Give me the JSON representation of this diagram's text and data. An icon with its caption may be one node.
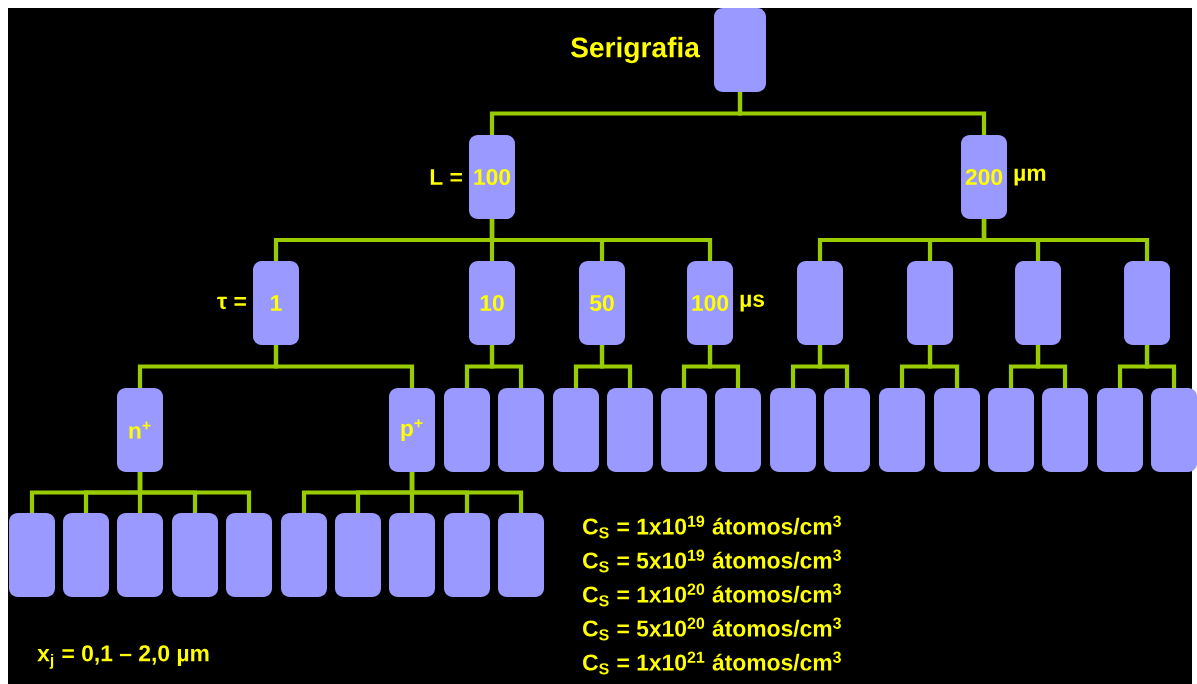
{
  "diagram": {
    "nodes": [
      {
        "text": [],
        "shape": "box",
        "beside": [
          "Serigrafia"
        ]
      },
      {
        "text": [
          "100"
        ],
        "beside": [
          "L ="
        ]
      },
      {
        "text": [
          "200"
        ],
        "beside": [
          "µm"
        ]
      },
      {
        "text": [
          "1"
        ],
        "beside": [
          "τ ="
        ]
      },
      {
        "text": [
          "10"
        ]
      },
      {
        "text": [
          "50"
        ]
      },
      {
        "text": [
          "100"
        ],
        "beside": [
          "µs"
        ]
      },
      {
        "text": [],
        "shape": "box"
      },
      {
        "text": [],
        "shape": "box"
      },
      {
        "text": [],
        "shape": "box"
      },
      {
        "text": [],
        "shape": "box"
      },
      {
        "text": [
          "n$^{+}$"
        ]
      },
      {
        "text": [
          "p$^{+}$"
        ]
      },
      {
        "text": [],
        "shape": "box"
      },
      {
        "text": [],
        "shape": "box"
      },
      {
        "text": [],
        "shape": "box"
      },
      {
        "text": [],
        "shape": "box"
      },
      {
        "text": [],
        "shape": "box"
      },
      {
        "text": [],
        "shape": "box"
      },
      {
        "text": [],
        "shape": "box"
      },
      {
        "text": [],
        "shape": "box"
      },
      {
        "text": [],
        "shape": "box"
      },
      {
        "text": [],
        "shape": "box"
      },
      {
        "text": [],
        "shape": "box"
      },
      {
        "text": [],
        "shape": "box"
      },
      {
        "text": [],
        "shape": "box"
      },
      {
        "text": [],
        "shape": "box"
      },
      {
        "text": [],
        "shape": "box"
      },
      {
        "text": [],
        "shape": "box"
      },
      {
        "text": [],
        "shape": "box"
      },
      {
        "text": [],
        "shape": "box"
      },
      {
        "text": [],
        "shape": "box"
      },
      {
        "text": [],
        "shape": "box"
      },
      {
        "text": [],
        "shape": "box"
      },
      {
        "text": [],
        "shape": "box"
      },
      {
        "text": [],
        "shape": "box"
      },
      {
        "text": [],
        "shape": "box"
      }
    ],
    "edges": [
      {
        "from": 0,
        "to": 1,
        "arrow": "none"
      },
      {
        "from": 0,
        "to": 2,
        "arrow": "none"
      },
      {
        "from": 1,
        "to": 3,
        "arrow": "none"
      },
      {
        "from": 1,
        "to": 4,
        "arrow": "none"
      },
      {
        "from": 1,
        "to": 5,
        "arrow": "none"
      },
      {
        "from": 1,
        "to": 6,
        "arrow": "none"
      },
      {
        "from": 2,
        "to": 7,
        "arrow": "none"
      },
      {
        "from": 2,
        "to": 8,
        "arrow": "none"
      },
      {
        "from": 2,
        "to": 9,
        "arrow": "none"
      },
      {
        "from": 2,
        "to": 10,
        "arrow": "none"
      },
      {
        "from": 3,
        "to": 11,
        "arrow": "none"
      },
      {
        "from": 3,
        "to": 12,
        "arrow": "none"
      },
      {
        "from": 4,
        "to": 13,
        "arrow": "none"
      },
      {
        "from": 4,
        "to": 14,
        "arrow": "none"
      },
      {
        "from": 5,
        "to": 15,
        "arrow": "none"
      },
      {
        "from": 5,
        "to": 16,
        "arrow": "none"
      },
      {
        "from": 6,
        "to": 17,
        "arrow": "none"
      },
      {
        "from": 6,
        "to": 18,
        "arrow": "none"
      },
      {
        "from": 7,
        "to": 19,
        "arrow": "none"
      },
      {
        "from": 7,
        "to": 20,
        "arrow": "none"
      },
      {
        "from": 8,
        "to": 21,
        "arrow": "none"
      },
      {
        "from": 8,
        "to": 22,
        "arrow": "none"
      },
      {
        "from": 9,
        "to": 23,
        "arrow": "none"
      },
      {
        "from": 9,
        "to": 24,
        "arrow": "none"
      },
      {
        "from": 10,
        "to": 25,
        "arrow": "none"
      },
      {
        "from": 10,
        "to": 26,
        "arrow": "none"
      },
      {
        "from": 11,
        "to": 27,
        "arrow": "none"
      },
      {
        "from": 11,
        "to": 28,
        "arrow": "none"
      },
      {
        "from": 11,
        "to": 29,
        "arrow": "none"
      },
      {
        "from": 11,
        "to": 30,
        "arrow": "none"
      },
      {
        "from": 11,
        "to": 31,
        "arrow": "none"
      },
      {
        "from": 12,
        "to": 32,
        "arrow": "none"
      },
      {
        "from": 12,
        "to": 33,
        "arrow": "none"
      },
      {
        "from": 12,
        "to": 34,
        "arrow": "none"
      },
      {
        "from": 12,
        "to": 35,
        "arrow": "none"
      },
      {
        "from": 12,
        "to": 36,
        "arrow": "none"
      }
    ],
    "labels": [
      "x$_{j}$ = 0,1 – 2,0 µm",
      "C$_{S}$ = 1x10$^{19}$ átomos/cm$^{3}$",
      "C$_{S}$ = 5x10$^{19}$ átomos/cm$^{3}$",
      "C$_{S}$ = 1x10$^{20}$ átomos/cm$^{3}$",
      "C$_{S}$ = 5x10$^{20}$ átomos/cm$^{3}$",
      "C$_{S}$ = 1x10$^{21}$ átomos/cm$^{3}$"
    ]
  }
}
